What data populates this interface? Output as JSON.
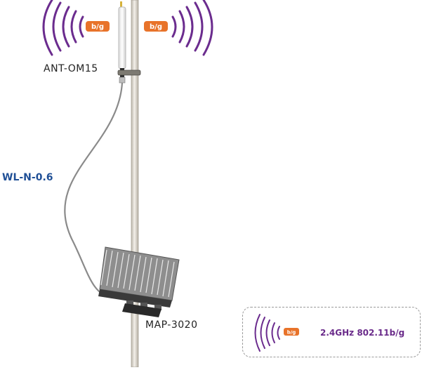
{
  "diagram": {
    "antenna_label": "ANT-OM15",
    "cable_label": "WL-N-0.6",
    "ap_label": "MAP-3020",
    "band_badge": "b/g",
    "legend_text": "2.4GHz 802.11b/g"
  },
  "colors": {
    "wave": "#6b2c8e",
    "badge": "#e8732a",
    "cable_label": "#1f4f96",
    "legend_text": "#6a2b8a",
    "pole": "#e2ddd3"
  },
  "icons": [
    "wifi-wave-icon",
    "band-badge-icon",
    "antenna-icon",
    "access-point-icon"
  ]
}
